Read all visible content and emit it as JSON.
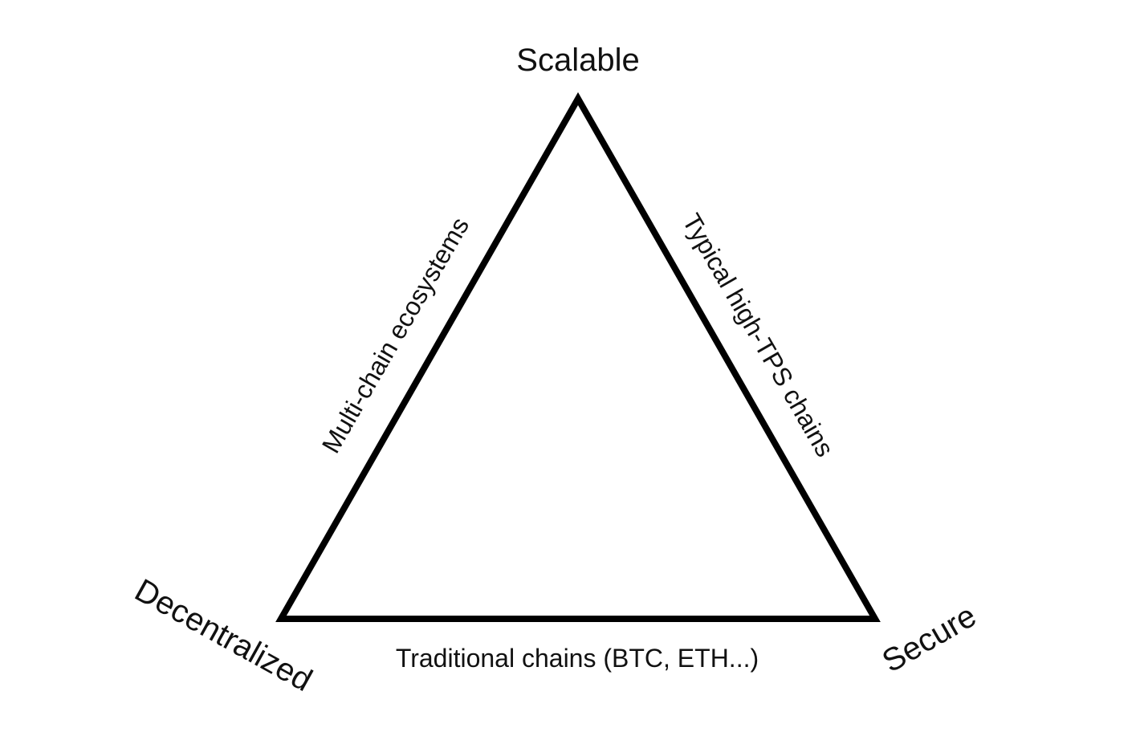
{
  "diagram": {
    "vertices": {
      "top": "Scalable",
      "bottom_left": "Decentralized",
      "bottom_right": "Secure"
    },
    "edges": {
      "left": "Multi-chain ecosystems",
      "right": "Typical high-TPS chains",
      "bottom": "Traditional chains (BTC, ETH...)"
    },
    "colors": {
      "stroke": "#000000",
      "text": "#111111",
      "background": "#ffffff"
    }
  }
}
